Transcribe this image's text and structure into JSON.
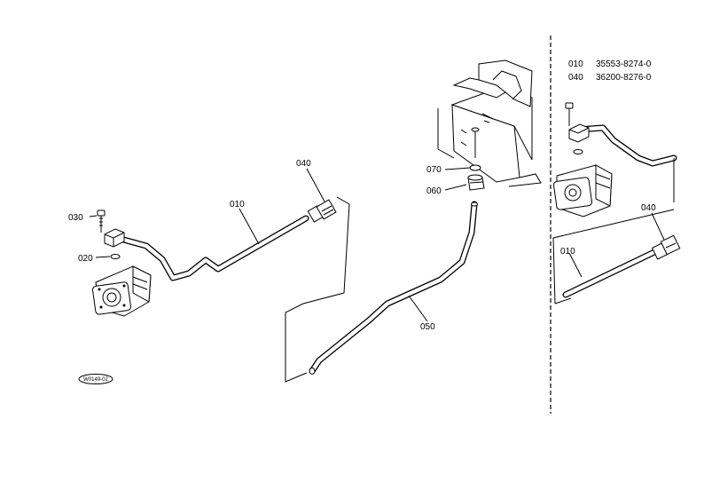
{
  "callouts": {
    "p010": "010",
    "p020": "020",
    "p030": "030",
    "p040": "040",
    "p050": "050",
    "p060": "060",
    "p070": "070",
    "inset010": "010",
    "inset040": "040"
  },
  "part_numbers": [
    {
      "ref": "010",
      "number": "35553-8274-0"
    },
    {
      "ref": "040",
      "number": "36200-8276-0"
    }
  ],
  "stamp": "W0149-02"
}
